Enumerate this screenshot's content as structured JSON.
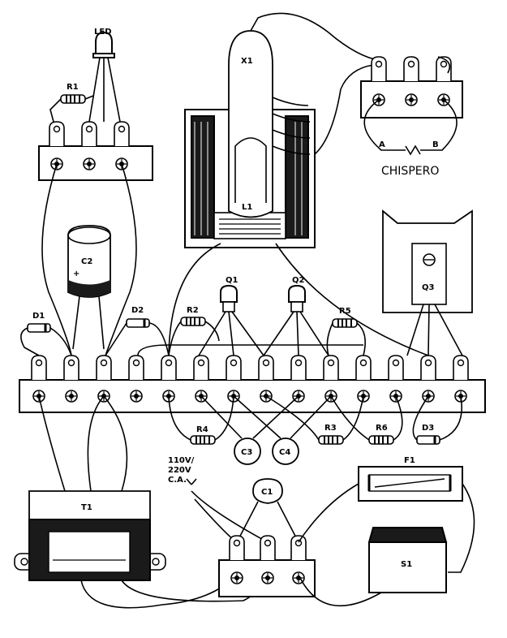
{
  "labels": {
    "led": "LED",
    "r1": "R1",
    "x1": "X1",
    "l1": "L1",
    "c2": "C2",
    "c2_plus": "+",
    "q1": "Q1",
    "q2": "Q2",
    "q3": "Q3",
    "d1": "D1",
    "d2": "D2",
    "r2": "R2",
    "r5": "R5",
    "r4": "R4",
    "r3": "R3",
    "r6": "R6",
    "d3": "D3",
    "c3": "C3",
    "c4": "C4",
    "c1": "C1",
    "t1": "T1",
    "f1": "F1",
    "s1": "S1",
    "a": "A",
    "b": "B",
    "chispero": "CHISPERO",
    "mains_1": "110V/",
    "mains_2": "220V",
    "mains_3": "C.A."
  }
}
